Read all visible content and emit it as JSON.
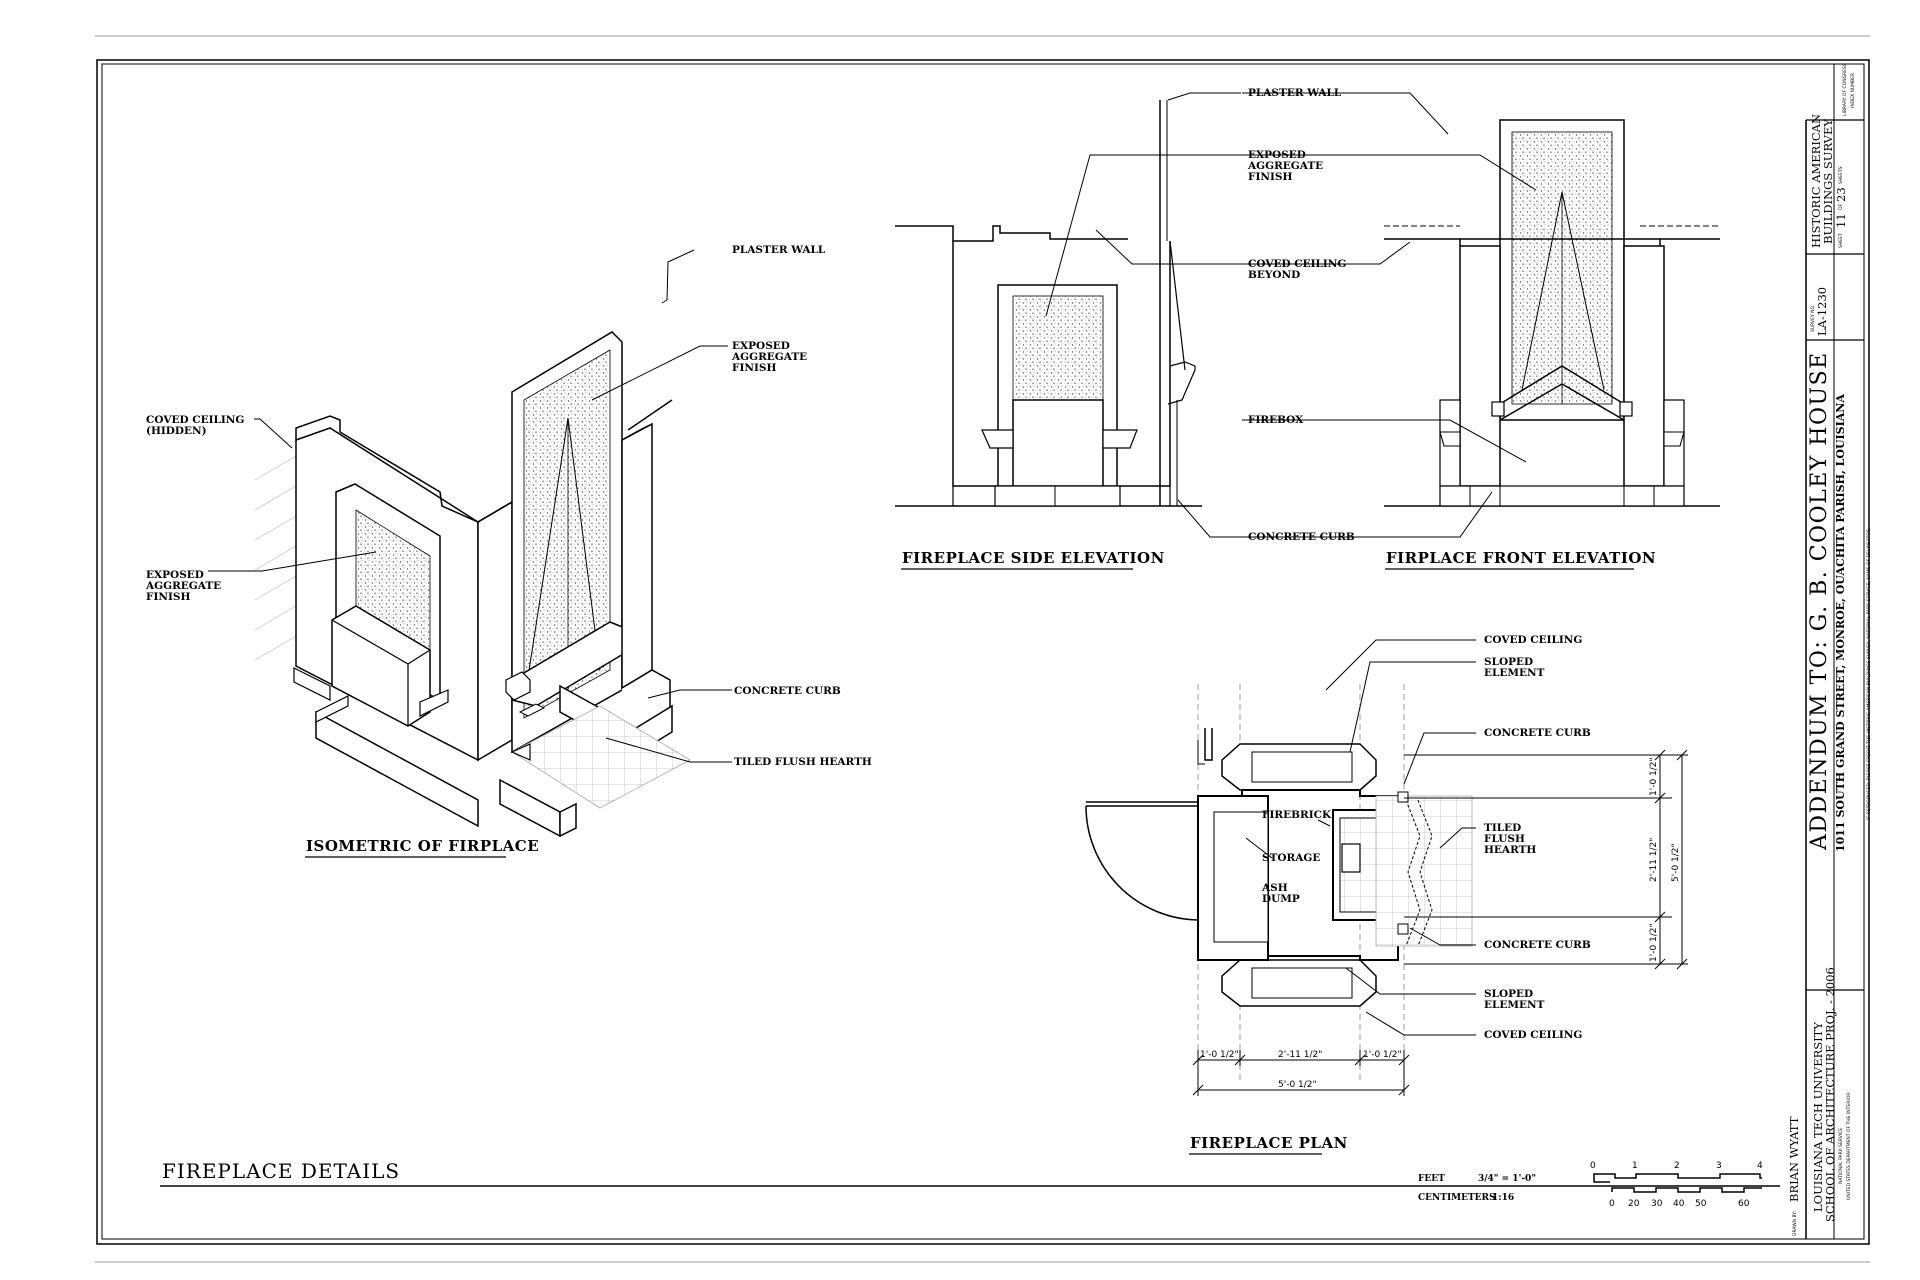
{
  "sheet_title": "FIREPLACE DETAILS",
  "drawings": {
    "isometric": {
      "title": "ISOMETRIC OF FIRPLACE",
      "labels": {
        "plaster_wall": "PLASTER WALL",
        "exposed_upper": [
          "EXPOSED",
          "AGGREGATE",
          "FINISH"
        ],
        "coved_ceiling": [
          "COVED CEILING",
          "(HIDDEN)"
        ],
        "exposed_left": [
          "EXPOSED",
          "AGGREGATE",
          "FINISH"
        ],
        "concrete_curb": "CONCRETE CURB",
        "tiled_hearth": "TILED FLUSH HEARTH"
      }
    },
    "side_elevation": {
      "title": "FIREPLACE SIDE ELEVATION"
    },
    "front_elevation": {
      "title": "FIRPLACE  FRONT ELEVATION"
    },
    "elevation_labels": {
      "plaster_wall": "PLASTER WALL",
      "exposed": [
        "EXPOSED",
        "AGGREGATE",
        "FINISH"
      ],
      "coved_ceiling": [
        "COVED CEILING",
        "BEYOND"
      ],
      "firebox": "FIREBOX",
      "concrete_curb": "CONCRETE CURB"
    },
    "plan": {
      "title": "FIREPLACE PLAN",
      "labels": {
        "coved_ceiling_top": "COVED CEILING",
        "sloped_top": [
          "SLOPED",
          "ELEMENT"
        ],
        "curb_top": "CONCRETE CURB",
        "firebrick": "FIREBRICK",
        "storage": "STORAGE",
        "ash_dump": [
          "ASH",
          "DUMP"
        ],
        "tiled_hearth": [
          "TILED",
          "FLUSH",
          "HEARTH"
        ],
        "curb_bottom": "CONCRETE CURB",
        "sloped_bottom": [
          "SLOPED",
          "ELEMENT"
        ],
        "coved_ceiling_bottom": "COVED CEILING"
      },
      "dims_bottom": [
        "1'-0 1/2\"",
        "2'-11 1/2\"",
        "1'-0 1/2\"",
        "5'-0 1/2\""
      ],
      "dims_right": [
        "1'-0 1/2\"",
        "2'-11 1/2\"",
        "1'-0 1/2\"",
        "5'-0 1/2\""
      ]
    }
  },
  "scale": {
    "feet_label": "FEET",
    "feet_ratio": "3/4\" = 1'-0\"",
    "cm_label": "CENTIMETERS",
    "cm_ratio": "1:16",
    "feet_ticks": [
      "0",
      "1",
      "2",
      "3",
      "4"
    ],
    "cm_ticks": [
      "0",
      "20",
      "30",
      "40",
      "50",
      "60"
    ]
  },
  "title_block": {
    "drawn_by_caption": "DRAWN BY:",
    "drawn_by": "BRIAN WYATT",
    "school_line1": "LOUISIANA TECH UNIVERSITY",
    "school_line2": "SCHOOL OF ARCHITECTURE PROJ. - 2006",
    "agency_line1": "NATIONAL PARK SERVICE",
    "agency_line2": "UNITED STATES DEPARTMENT OF THE INTERIOR",
    "main_title": "ADDENDUM TO: G. B. COOLEY HOUSE",
    "address": "1011 SOUTH GRAND STREET,  MONROE,  OUACHITA PARISH,  LOUISIANA",
    "credit_note": "IF REPRODUCED, PLEASE CREDIT THE HISTORIC AMERICAN BUILDINGS SURVEY, NATIONAL PARK SERVICE, NAME OF DELINEATOR.",
    "survey_caption": "SURVEY NO.",
    "survey_no": "LA-1230",
    "habs_line1": "HISTORIC AMERICAN",
    "habs_line2": "BUILDINGS SURVEY",
    "sheet_caption": "SHEET",
    "sheet_no": "11",
    "sheet_of": "OF",
    "sheet_total": "23",
    "sheets_caption": "SHEETS",
    "library_line1": "LIBRARY OF CONGRESS",
    "library_line2": "INDEX NUMBER"
  }
}
